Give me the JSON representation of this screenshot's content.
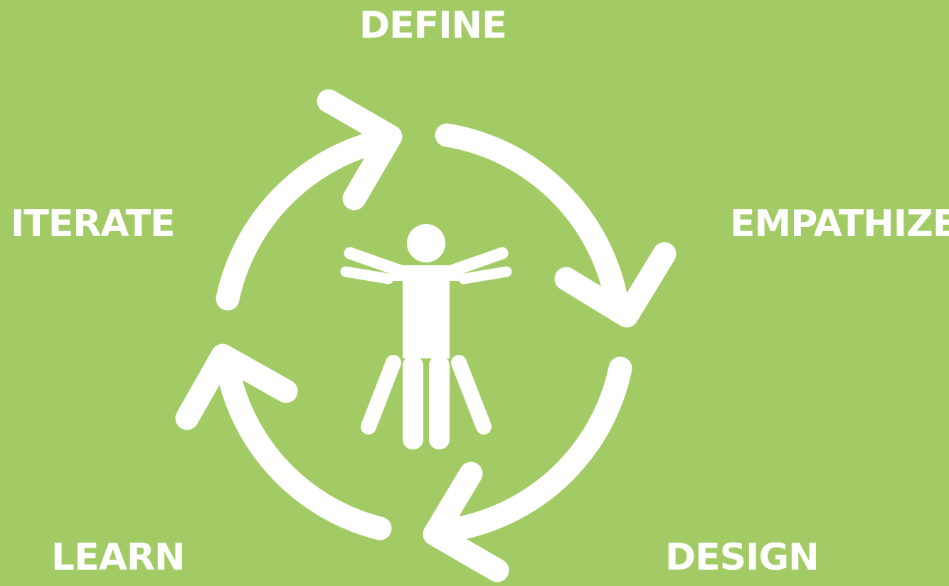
{
  "stages": {
    "define": "DEFINE",
    "empathize": "EMPATHIZE",
    "design": "DESIGN",
    "learn": "LEARN",
    "iterate": "ITERATE"
  },
  "icons": {
    "center": "person-icon",
    "cycle": "cycle-arrows-icon"
  },
  "colors": {
    "background": "#a2cb65",
    "foreground": "#ffffff"
  }
}
